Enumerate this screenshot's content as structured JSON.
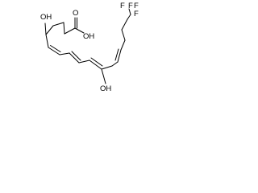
{
  "labels": {
    "hydroxyl_top": "OH",
    "carboxylic_acid": "OH",
    "carbonyl_oxygen": "O",
    "hydroxyl_bottom": "OH",
    "trifluoromethyl": "F",
    "fluorine_1": "F",
    "fluorine_2": "F",
    "fluorine_3": "F"
  }
}
